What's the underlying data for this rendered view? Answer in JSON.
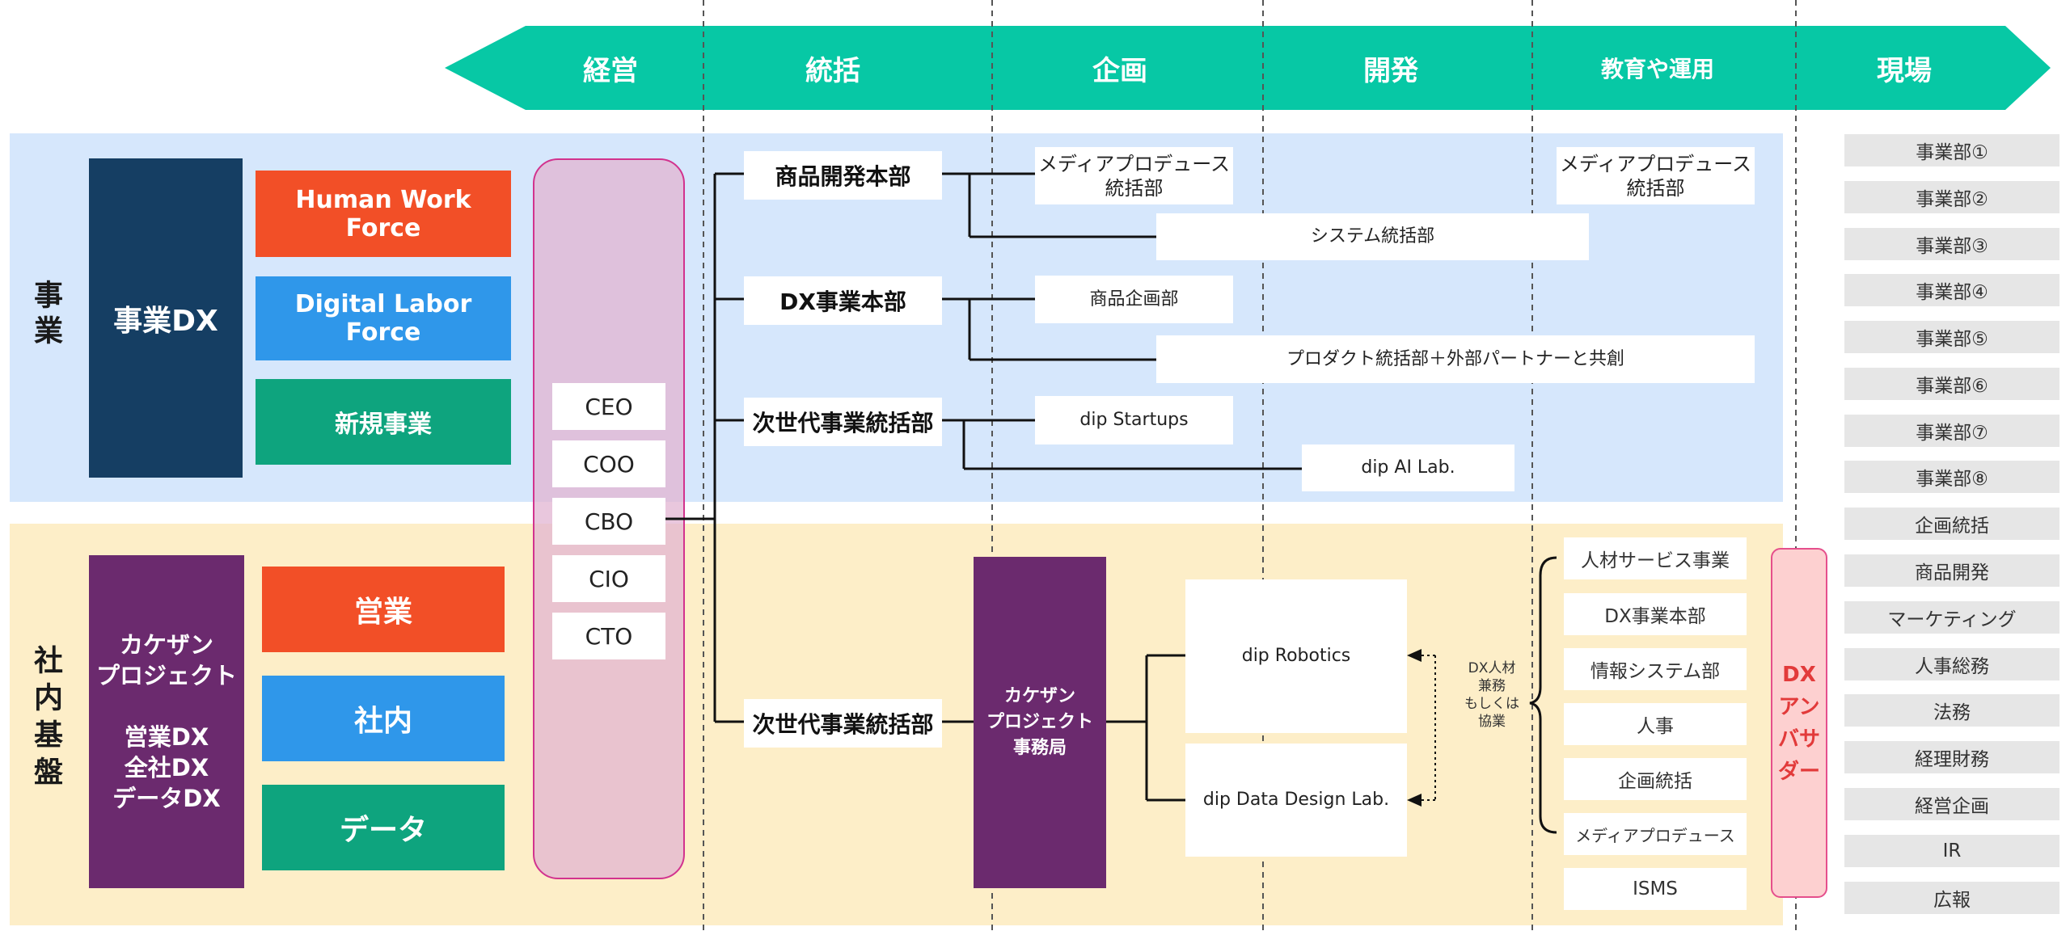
{
  "colors": {
    "stage_banner": "#07c8a5",
    "business_band": "#d6e7fc",
    "infrastructure_band": "#fdeec8",
    "navy": "#153e63",
    "red_orange": "#f24f27",
    "sky_blue": "#2f97ea",
    "teal": "#0ea47e",
    "purple": "#6b2a6e",
    "ambassador_text": "#e23a3a",
    "department_gray": "#e6e6e6"
  },
  "stages": [
    "経営",
    "統括",
    "企画",
    "開発",
    "教育や運用",
    "現場"
  ],
  "sections": {
    "business": "事業",
    "infrastructure": "社内基盤"
  },
  "business": {
    "dx_label": "事業DX",
    "forces": [
      "Human Work Force",
      "Digital Labor Force",
      "新規事業"
    ]
  },
  "infrastructure": {
    "project_title": "カケザン\nプロジェクト",
    "project_scopes": "営業DX\n全社DX\nデータDX",
    "areas": [
      "営業",
      "社内",
      "データ"
    ]
  },
  "executives": [
    "CEO",
    "COO",
    "CBO",
    "CIO",
    "CTO"
  ],
  "headquarters": {
    "product_dev": "商品開発本部",
    "dx_business": "DX事業本部",
    "next_gen_1": "次世代事業統括部",
    "next_gen_2": "次世代事業統括部"
  },
  "units": {
    "media_produce_1": "メディアプロデュース\n統括部",
    "media_produce_2": "メディアプロデュース\n統括部",
    "system": "システム統括部",
    "product_planning": "商品企画部",
    "product_cocreation": "プロダクト統括部＋外部パートナーと共創",
    "startups": "dip Startups",
    "ai_lab": "dip AI Lab."
  },
  "kakezan_office": "カケザン\nプロジェクト\n事務局",
  "labs": {
    "robotics": "dip Robotics",
    "data_design": "dip Data Design Lab."
  },
  "dx_note": "DX人材\n兼務\nもしくは\n協業",
  "infra_members": [
    "人材サービス事業",
    "DX事業本部",
    "情報システム部",
    "人事",
    "企画統括",
    "メディアプロデュース",
    "ISMS"
  ],
  "ambassador": "DX\nアンバサダー",
  "departments": [
    "事業部①",
    "事業部②",
    "事業部③",
    "事業部④",
    "事業部⑤",
    "事業部⑥",
    "事業部⑦",
    "事業部⑧",
    "企画統括",
    "商品開発",
    "マーケティング",
    "人事総務",
    "法務",
    "経理財務",
    "経営企画",
    "IR",
    "広報"
  ]
}
